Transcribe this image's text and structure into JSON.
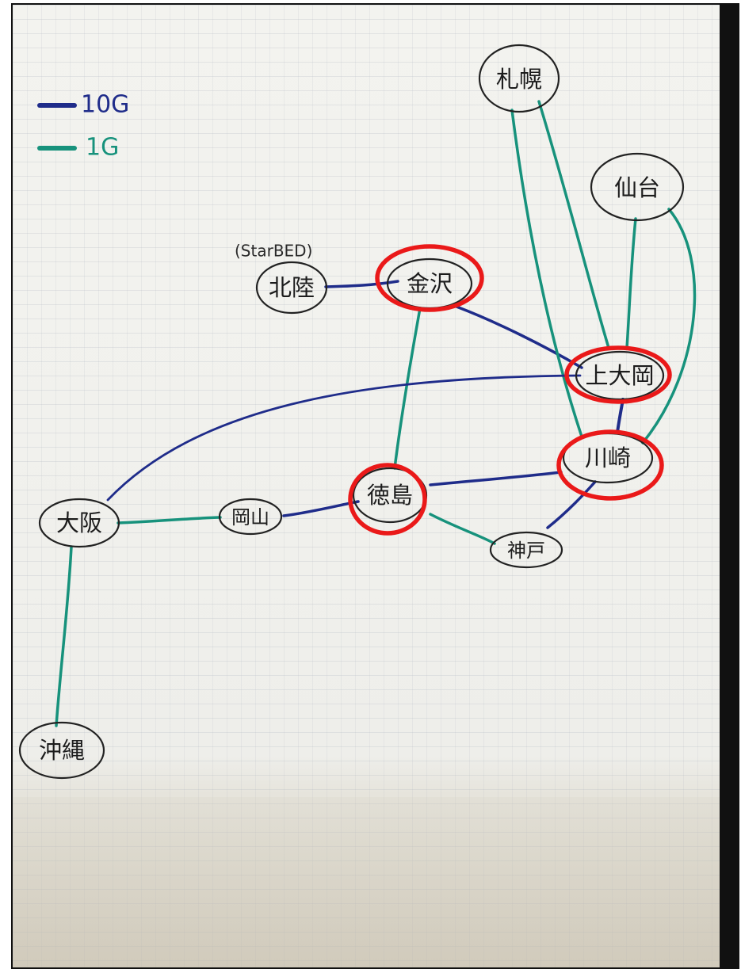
{
  "legend": {
    "items": [
      {
        "label": "10G",
        "color": "#1f2c8a"
      },
      {
        "label": "1G",
        "color": "#17927c"
      }
    ]
  },
  "annotation": {
    "starbed_label": "(StarBED)"
  },
  "nodes": {
    "sapporo": {
      "label": "札幌"
    },
    "sendai": {
      "label": "仙台"
    },
    "kanazawa": {
      "label": "金沢"
    },
    "hokuriku": {
      "label": "北陸"
    },
    "kamiooka": {
      "label": "上大岡"
    },
    "kawasaki": {
      "label": "川崎"
    },
    "tokushima": {
      "label": "徳島"
    },
    "okayama": {
      "label": "岡山"
    },
    "kobe": {
      "label": "神戸"
    },
    "osaka": {
      "label": "大阪"
    },
    "okinawa": {
      "label": "沖縄"
    }
  },
  "highlights": [
    "kanazawa",
    "kamiooka",
    "kawasaki",
    "tokushima"
  ],
  "colors": {
    "10G": "#1f2c8a",
    "1G": "#17927c",
    "highlight": "#ea1919",
    "ink": "#1c1c1c"
  }
}
